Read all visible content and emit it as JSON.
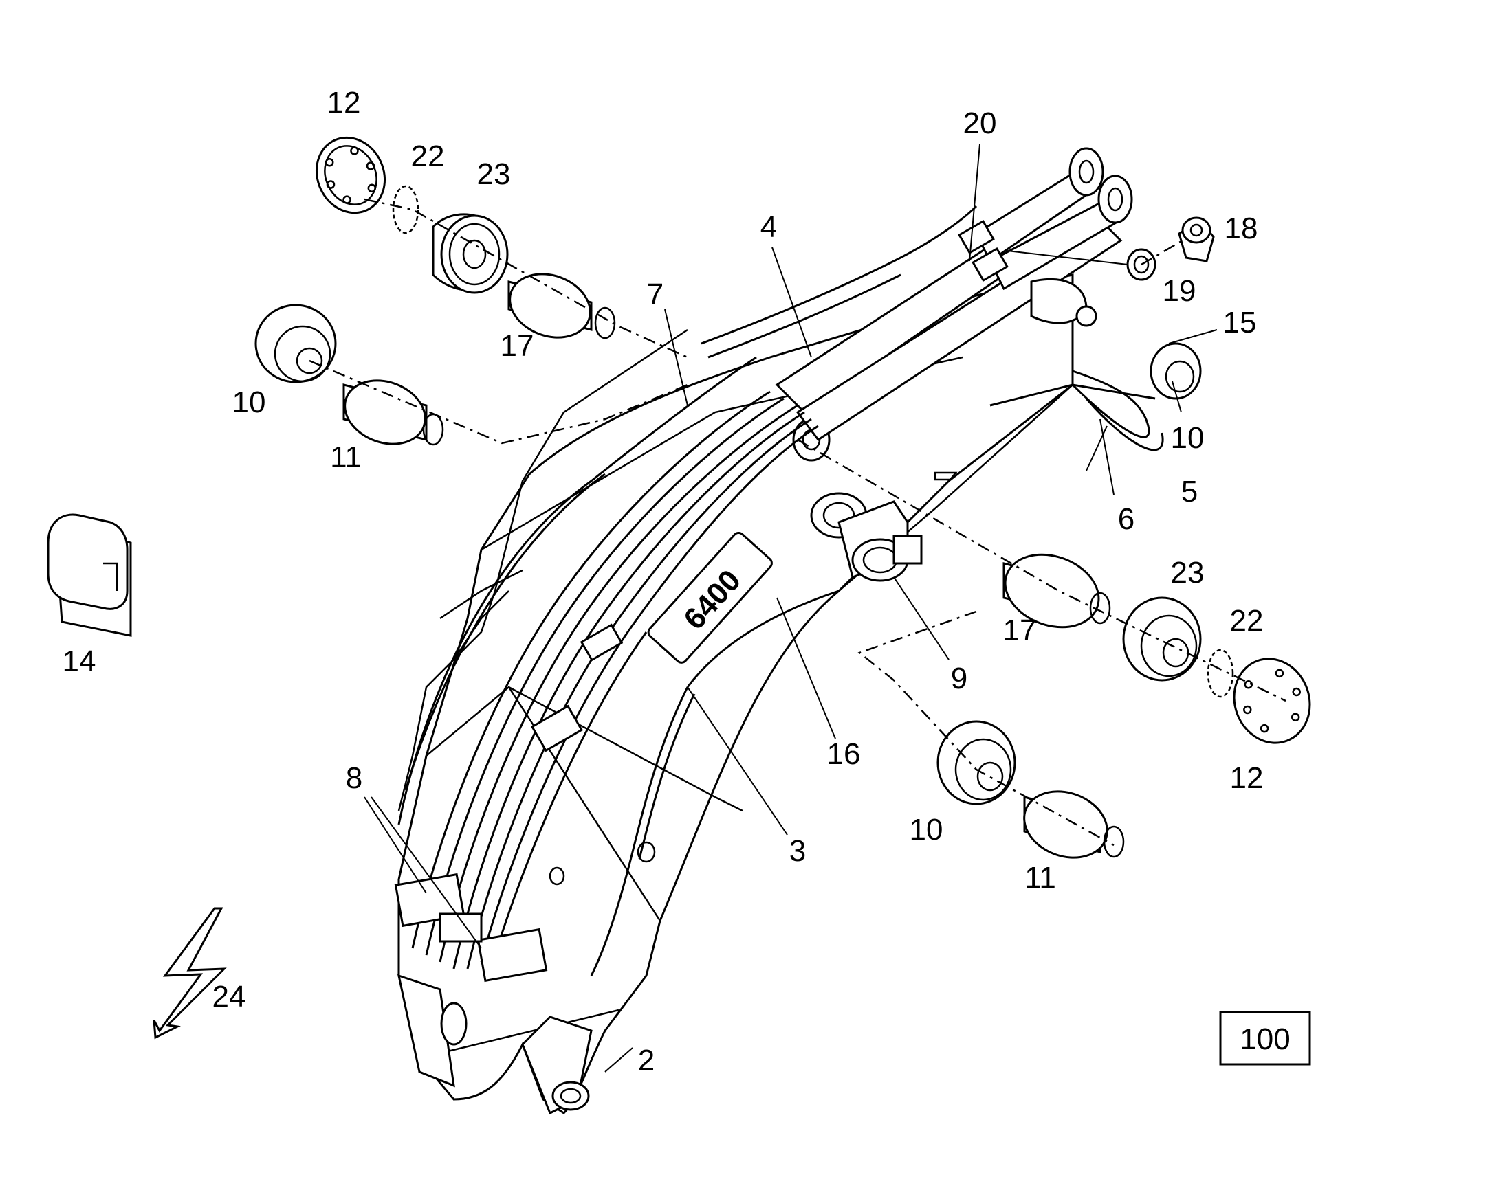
{
  "callouts": {
    "c2": "2",
    "c3": "3",
    "c4": "4",
    "c5": "5",
    "c6": "6",
    "c7": "7",
    "c8": "8",
    "c9": "9",
    "c10a": "10",
    "c10b": "10",
    "c10c": "10",
    "c11a": "11",
    "c11b": "11",
    "c12a": "12",
    "c12b": "12",
    "c14": "14",
    "c15": "15",
    "c16": "16",
    "c17a": "17",
    "c17b": "17",
    "c18": "18",
    "c19": "19",
    "c20": "20",
    "c22a": "22",
    "c22b": "22",
    "c23a": "23",
    "c23b": "23",
    "c24": "24"
  },
  "page_ref": "100",
  "boom_lettering": "6400",
  "icons": {
    "electrical": "lightning-bolt-icon",
    "lamp": "work-lamp"
  },
  "colors": {
    "line": "#000000",
    "background": "#ffffff"
  }
}
